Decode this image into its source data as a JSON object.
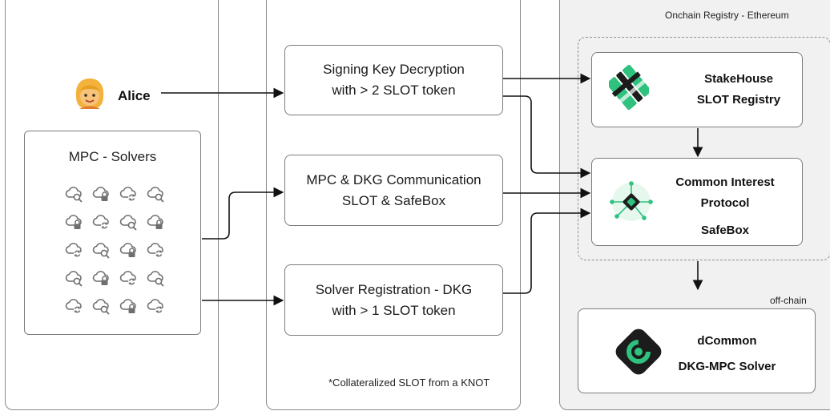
{
  "alice": {
    "name": "Alice",
    "icon": "person-avatar-icon"
  },
  "mpc_solvers": {
    "title": "MPC - Solvers",
    "icons": [
      "cloud-search-icon",
      "cloud-lock-icon",
      "cloud-sync-icon",
      "cloud-search-icon",
      "cloud-lock-icon",
      "cloud-sync-icon",
      "cloud-search-icon",
      "cloud-lock-icon",
      "cloud-sync-icon",
      "cloud-search-icon",
      "cloud-lock-icon",
      "cloud-sync-icon",
      "cloud-search-icon",
      "cloud-lock-icon",
      "cloud-sync-icon",
      "cloud-search-icon",
      "cloud-sync-icon",
      "cloud-search-icon",
      "cloud-lock-icon",
      "cloud-sync-icon"
    ]
  },
  "middle": {
    "box1": {
      "line1": "Signing Key Decryption",
      "line2": "with > 2 SLOT token"
    },
    "box2": {
      "line1": "MPC & DKG Communication",
      "line2": "SLOT & SafeBox"
    },
    "box3": {
      "line1": "Solver Registration - DKG",
      "line2": "with > 1 SLOT token"
    },
    "footnote": "*Collateralized SLOT from a KNOT"
  },
  "right": {
    "registry_label": "Onchain Registry - Ethereum",
    "stakehouse": {
      "line1": "StakeHouse",
      "line2": "SLOT Registry"
    },
    "cip": {
      "line1": "Common Interest",
      "line2": "Protocol",
      "line3": "SafeBox"
    },
    "offchain_label": "off-chain",
    "dcommon": {
      "line1": "dCommon",
      "line2": "DKG-MPC Solver"
    }
  },
  "colors": {
    "green": "#2ec27e",
    "dark": "#1c1c1c",
    "panel_bg": "#f1f1f1",
    "icon_gray": "#6f6f6f"
  }
}
